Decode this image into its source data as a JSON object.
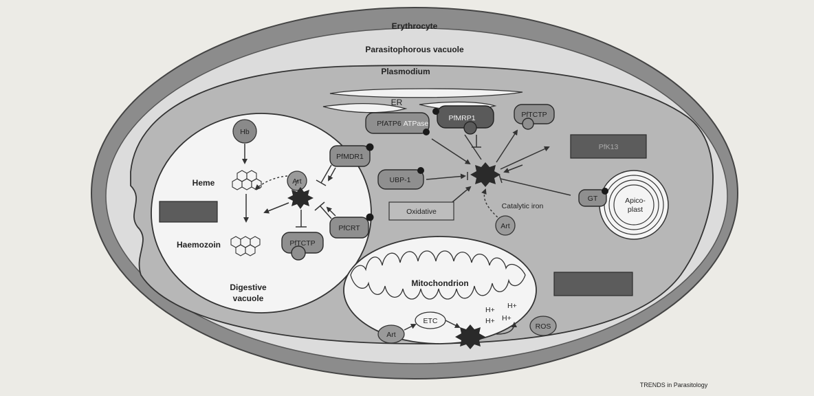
{
  "labels": {
    "erythrocyte": "Erythrocyte",
    "parasitophorous_vacuole": "Parasitophorous vacuole",
    "plasmodium": "Plasmodium",
    "er": "ER",
    "hb": "Hb",
    "heme": "Heme",
    "haemozoin": "Haemozoin",
    "digestive_vacuole_line1": "Digestive",
    "digestive_vacuole_line2": "vacuole",
    "art_dv": "Art",
    "pfmdr1": "PfMDR1",
    "pfcrt": "PfCRT",
    "pftctp": "PfTCTP",
    "pfatp6": "PfATP6",
    "pfatp6_sub": "ATPase",
    "ubp1": "UBP-1",
    "cytoplasm_box": "Oxidative",
    "pfmrp": "PfMRP1",
    "pftctp_cyto": "PfTCTP",
    "pfk13": "PfK13",
    "gt": "GT",
    "apicoplast_line1": "Apico-",
    "apicoplast_line2": "plast",
    "catalytic_iron": "Catalytic iron",
    "art_cyto": "Art",
    "mitochondrion": "Mitochondrion",
    "etc": "ETC",
    "art_mito": "Art",
    "ros": "ROS",
    "h_plus": "H+",
    "footer": "TRENDS in Parasitology"
  },
  "colors": {
    "background": "#ecebe6",
    "outer_ring": "#8c8c8c",
    "vacuole_space": "#d9d9d9",
    "parasite_fill": "#b9b9b9",
    "organelle_fill": "#f4f4f4"
  },
  "icons": {
    "activated_art": "star-burst-icon",
    "membrane_dot": "filled-circle-icon"
  }
}
